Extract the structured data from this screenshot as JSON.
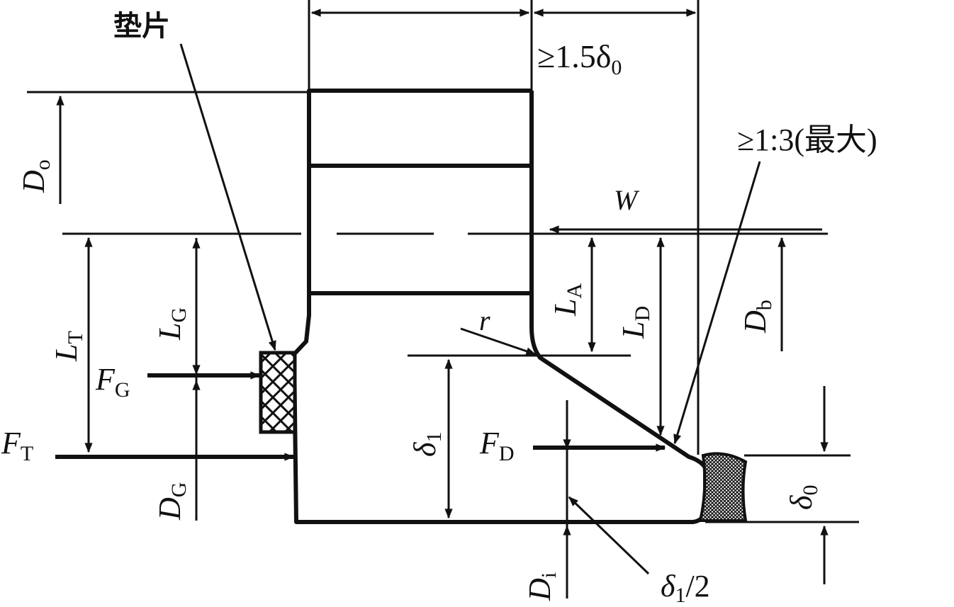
{
  "labels": {
    "gasket": "垫片",
    "min_neck": "≥1.5δ",
    "min_neck_sub": "0",
    "taper": "≥1:3(最大)",
    "W": "W",
    "Do": "D",
    "Do_sub": "o",
    "LT": "L",
    "LT_sub": "T",
    "LG": "L",
    "LG_sub": "G",
    "LA": "L",
    "LA_sub": "A",
    "LD": "L",
    "LD_sub": "D",
    "Db": "D",
    "Db_sub": "b",
    "r": "r",
    "FG": "F",
    "FG_sub": "G",
    "FT": "F",
    "FT_sub": "T",
    "FD": "F",
    "FD_sub": "D",
    "DG": "D",
    "DG_sub": "G",
    "delta1": "δ",
    "delta1_sub": "1",
    "delta0": "δ",
    "delta0_sub": "0",
    "Di": "D",
    "Di_sub": "i",
    "delta1_half": "δ",
    "delta1_half_sub": "1",
    "delta1_half_tail": "/2"
  },
  "colors": {
    "ink": "#111111",
    "paper": "#ffffff"
  }
}
